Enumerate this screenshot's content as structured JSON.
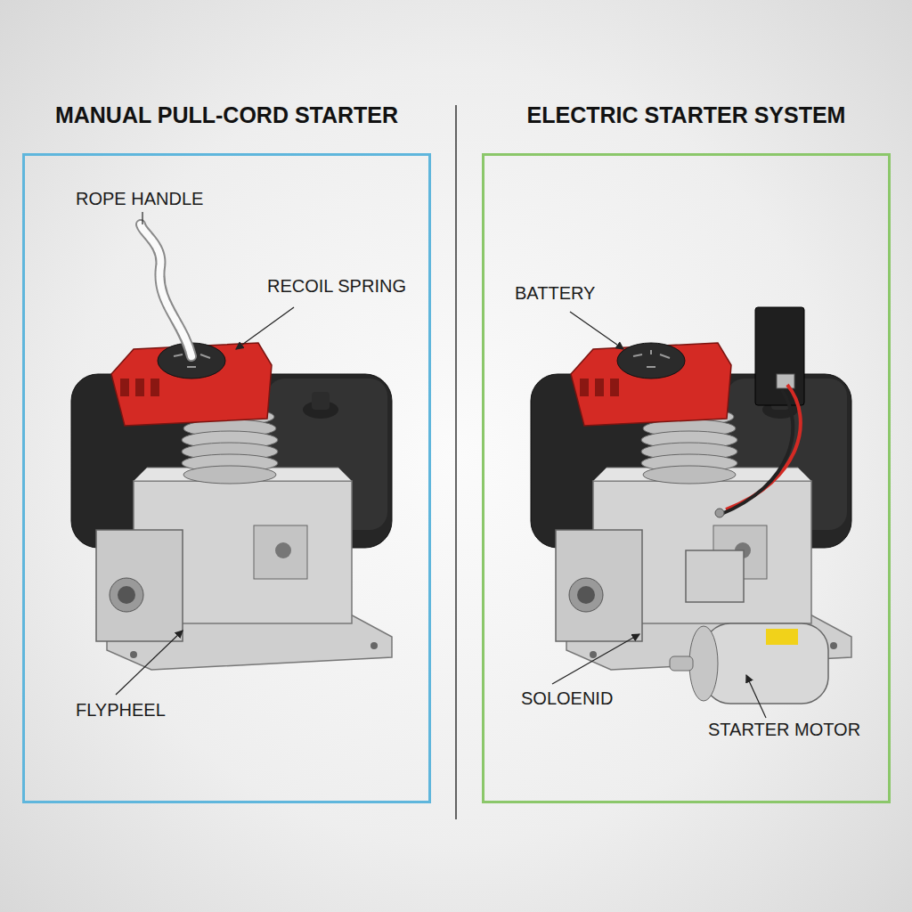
{
  "diagram": {
    "nodes": [
      {
        "text": [
          "MANUAL PULL-CORD STARTER"
        ]
      },
      {
        "text": [
          "ELECTRIC STARTER SYSTEM"
        ]
      }
    ],
    "labels": [
      "ROPE HANDLE",
      "RECOIL SPRING",
      "FLYPHEEL",
      "BATTERY",
      "SOLOENID",
      "STARTER MOTOR"
    ]
  }
}
